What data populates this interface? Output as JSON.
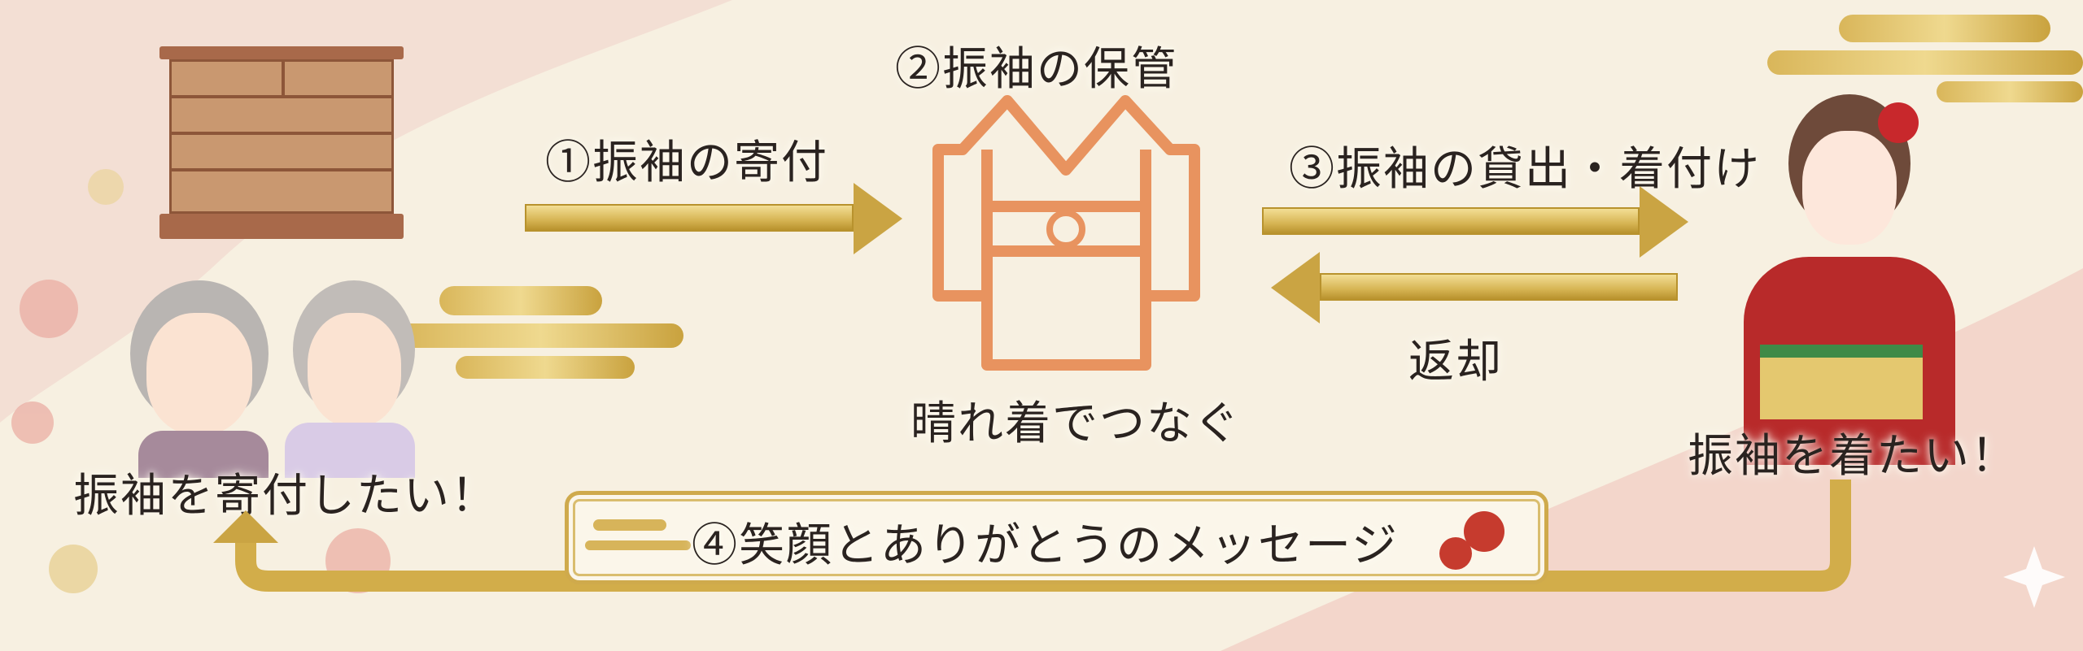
{
  "steps": {
    "donate": "①振袖の寄付",
    "storage": "②振袖の保管",
    "storage_caption": "晴れ着でつなぐ",
    "lend": "③振袖の貸出・着付け",
    "return": "返却",
    "message": "④笑顔とありがとうのメッセージ"
  },
  "people": {
    "donors_caption": "振袖を寄付したい！",
    "wearer_caption": "振袖を着たい！"
  },
  "colors": {
    "background": "#f7f0e1",
    "gold": "#d6b453",
    "kimono_icon": "#e8935f",
    "pink": "#f2d2cc"
  }
}
